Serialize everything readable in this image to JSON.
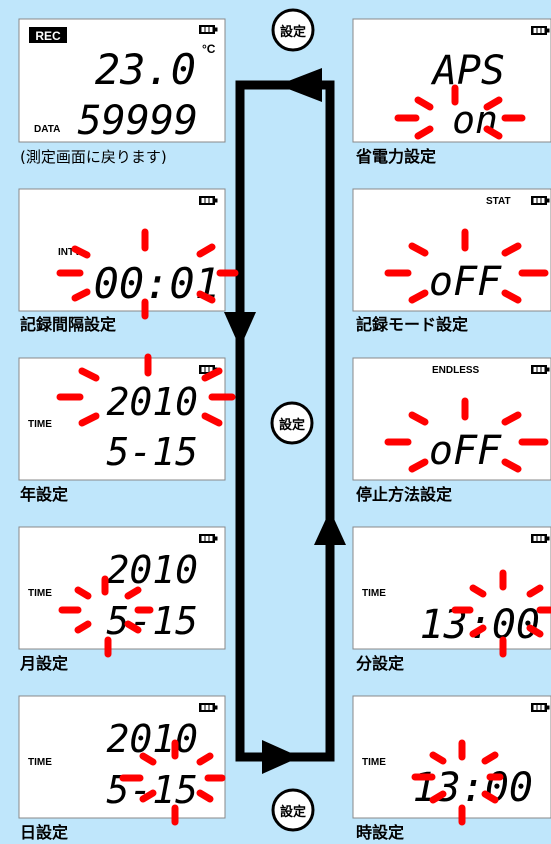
{
  "screens": {
    "measure": {
      "rec": "REC",
      "temp": "23.0",
      "unit": "°C",
      "data_label": "DATA",
      "data_value": "59999",
      "caption": "(測定画面に戻ります)"
    },
    "interval": {
      "indicator": "INTV",
      "value": "00:01",
      "caption": "記録間隔設定"
    },
    "year": {
      "indicator": "TIME",
      "line1": "2010",
      "line2": "5-15",
      "caption": "年設定"
    },
    "month": {
      "indicator": "TIME",
      "line1": "2010",
      "line2": "5-15",
      "caption": "月設定"
    },
    "day": {
      "indicator": "TIME",
      "line1": "2010",
      "line2": "5-15",
      "caption": "日設定"
    },
    "power_save": {
      "line1": "APS",
      "line2": "on",
      "caption": "省電力設定"
    },
    "record_mode": {
      "indicator": "STAT",
      "value": "oFF",
      "caption": "記録モード設定"
    },
    "stop_method": {
      "indicator": "ENDLESS",
      "value": "oFF",
      "caption": "停止方法設定"
    },
    "minute": {
      "indicator": "TIME",
      "value": "13:00",
      "caption": "分設定"
    },
    "hour": {
      "indicator": "TIME",
      "value": "13:00",
      "caption": "時設定"
    }
  },
  "buttons": {
    "top": "設定",
    "middle": "設定",
    "bottom": "設定"
  },
  "colors": {
    "background": "#bfe6fb",
    "blink": "#ff0000",
    "flow": "#000000"
  }
}
